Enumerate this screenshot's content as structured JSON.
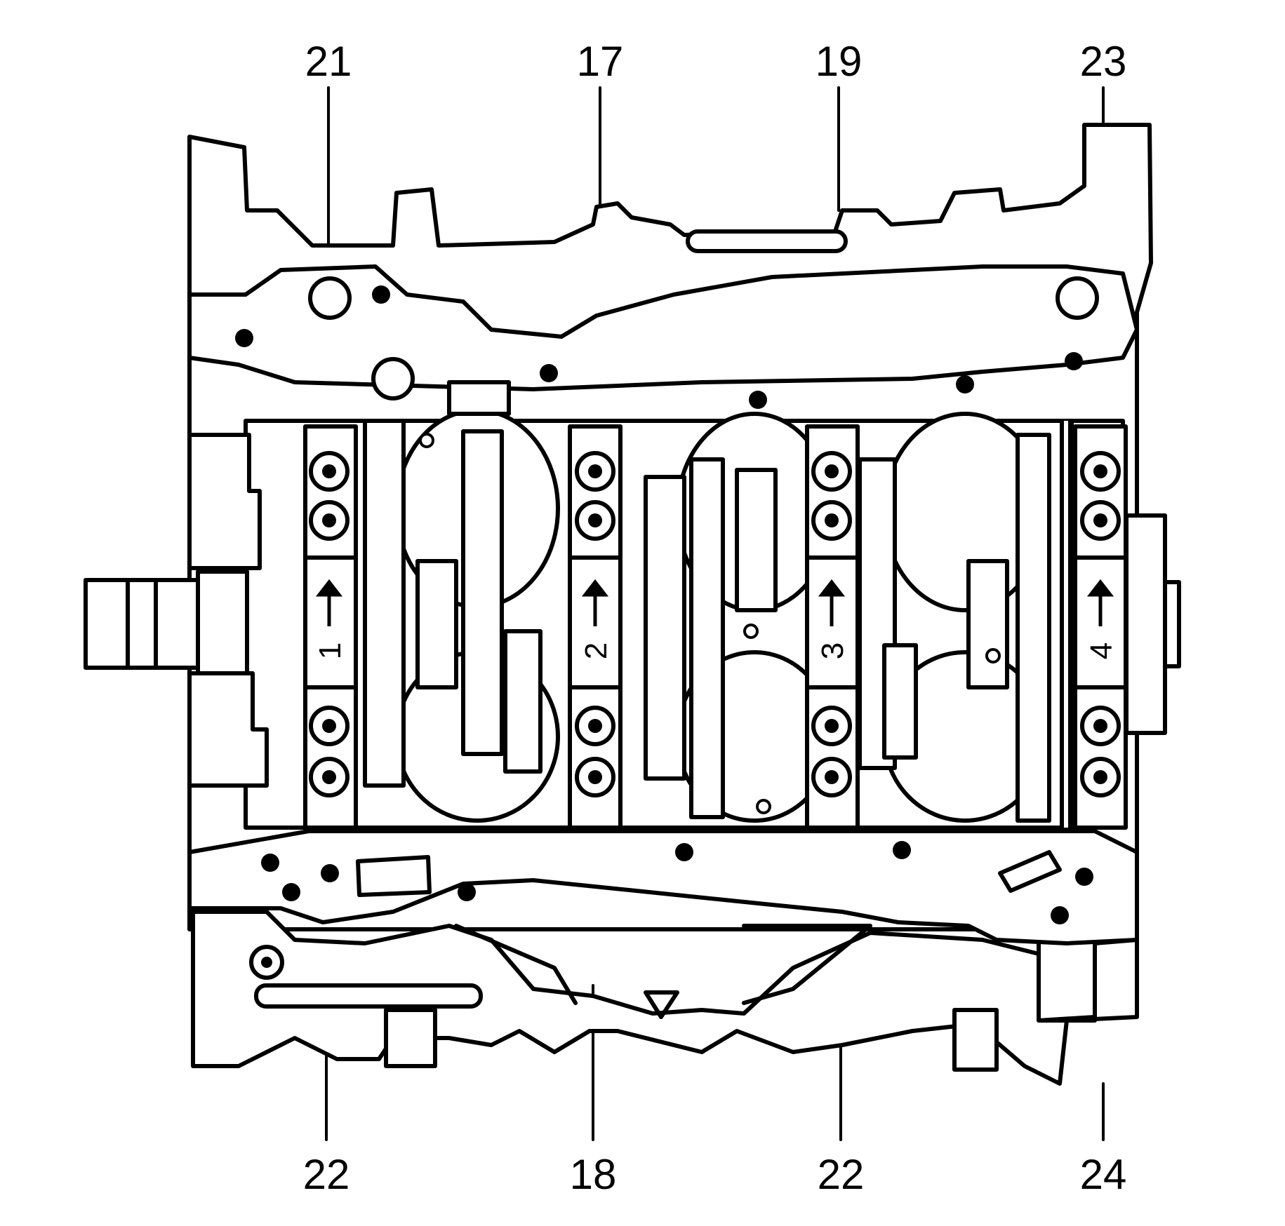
{
  "callouts_top": [
    {
      "id": "21",
      "label": "21"
    },
    {
      "id": "17",
      "label": "17"
    },
    {
      "id": "19",
      "label": "19"
    },
    {
      "id": "23",
      "label": "23"
    }
  ],
  "callouts_bottom": [
    {
      "id": "22a",
      "label": "22"
    },
    {
      "id": "18",
      "label": "18"
    },
    {
      "id": "22b",
      "label": "22"
    },
    {
      "id": "24",
      "label": "24"
    }
  ],
  "bearing_caps": [
    {
      "label": "1"
    },
    {
      "label": "2"
    },
    {
      "label": "3"
    },
    {
      "label": "4"
    }
  ]
}
